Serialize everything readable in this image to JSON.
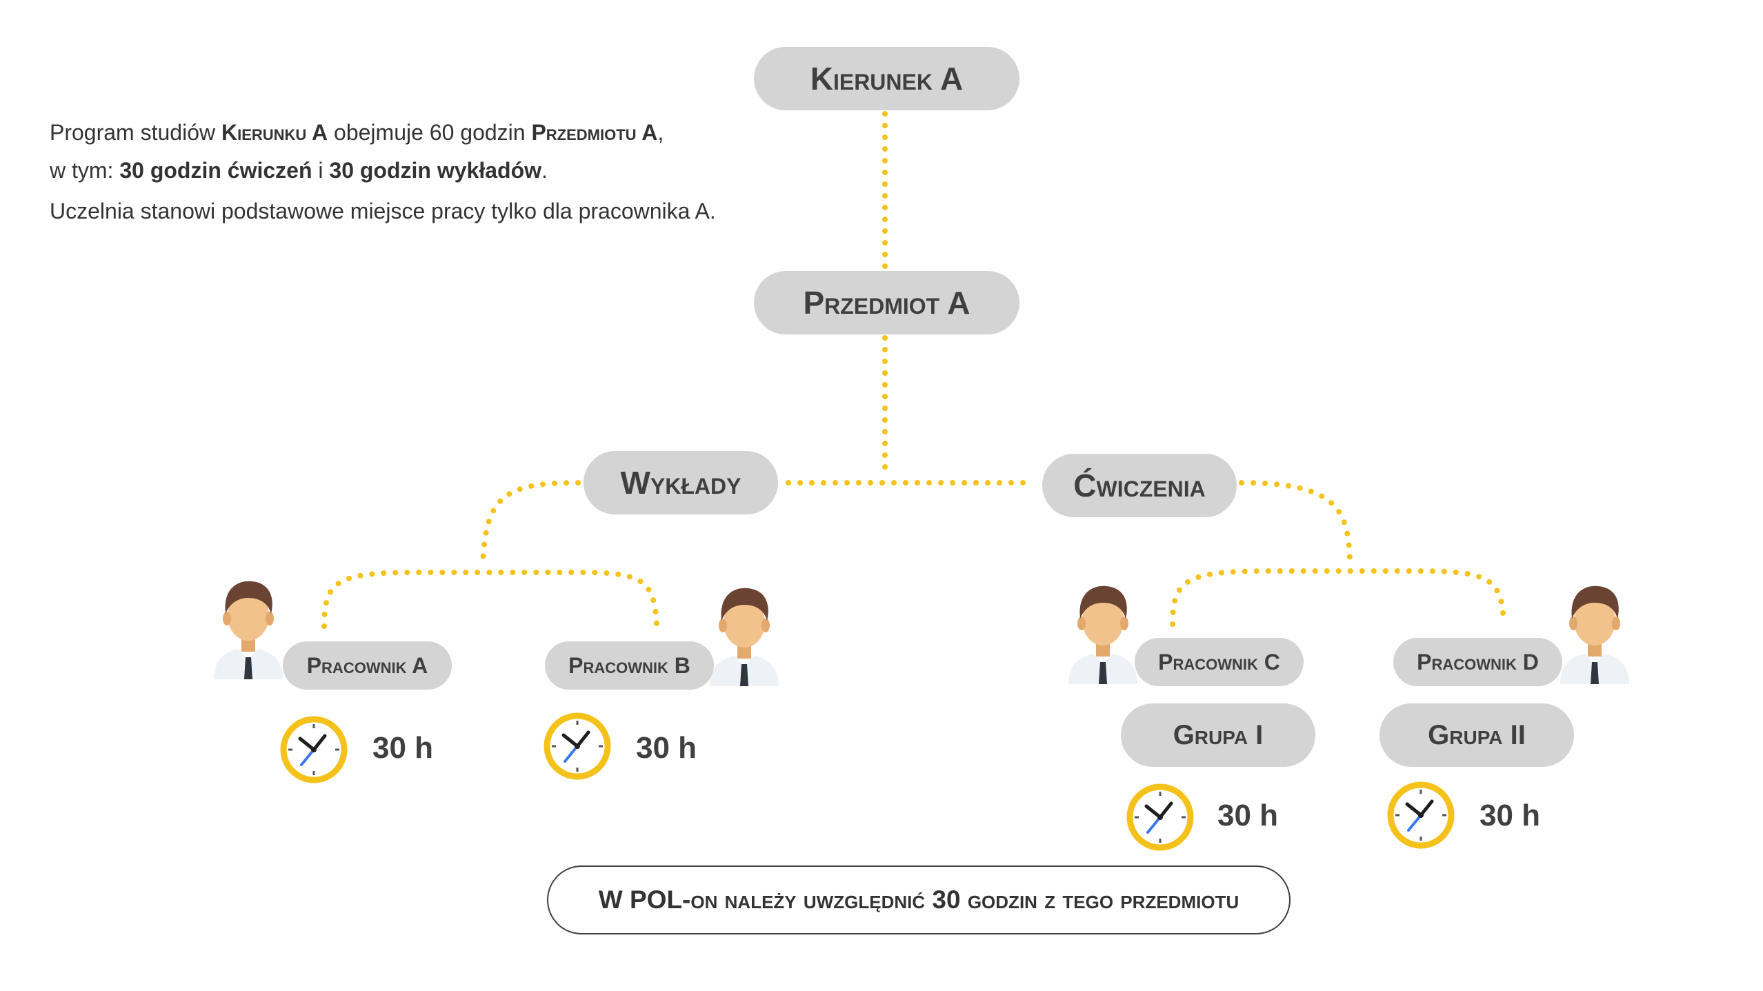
{
  "intro": {
    "line1_a": "Program studiów ",
    "line1_b": "Kierunku A",
    "line1_c": " obejmuje 60 godzin ",
    "line1_d": "Przedmiotu A",
    "line1_e": ",",
    "line2_a": "w tym: ",
    "line2_b": "30 godzin ćwiczeń",
    "line2_c": " i ",
    "line2_d": "30 godzin wykładów",
    "line2_e": ".",
    "line3": "Uczelnia stanowi podstawowe miejsce pracy tylko dla pracownika A."
  },
  "nodes": {
    "kierunek": "Kierunek A",
    "przedmiot": "Przedmiot A",
    "wyklady": "Wykłady",
    "cwiczenia": "Ćwiczenia",
    "pracownik_a": "Pracownik A",
    "pracownik_b": "Pracownik B",
    "pracownik_c": "Pracownik C",
    "pracownik_d": "Pracownik D",
    "grupa_1": "Grupa I",
    "grupa_2": "Grupa II"
  },
  "hours": {
    "a": "30 h",
    "b": "30 h",
    "c": "30 h",
    "d": "30 h"
  },
  "note": "W POL-on należy uwzględnić 30 godzin z tego przedmiotu",
  "colors": {
    "connector": "#f5c21b",
    "pill": "#d4d4d4",
    "clock_ring": "#f5c21b",
    "clock_minute_hand": "#3a78f0"
  },
  "icons": [
    "person-icon",
    "clock-icon"
  ]
}
